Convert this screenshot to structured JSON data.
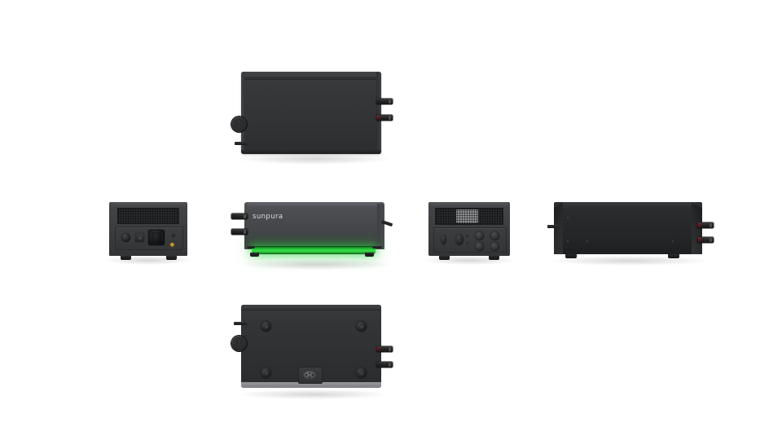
{
  "scene": {
    "background_color": "#ffffff",
    "product_brand": "sunpura",
    "product_finish_color": "#3b3c3e",
    "led_accent_color": "#37e24a",
    "terminal_accent_color": "#e0b14a",
    "connector_accent_color": "#6a2226",
    "view_count": 6
  },
  "views": [
    {
      "id": "top",
      "label": "top-view",
      "knob_label": "side-knob",
      "connectors": [
        "connector-upper",
        "connector-lower"
      ],
      "stub_label": "cable-stub"
    },
    {
      "id": "rear",
      "label": "rear-panel-view",
      "vent_label": "exhaust-vent-grille",
      "ports": [
        "round-port",
        "square-port",
        "ac-inlet-socket",
        "grounding-terminal",
        "indicator-screw"
      ],
      "feet": [
        "foot-left",
        "foot-right"
      ]
    },
    {
      "id": "front",
      "label": "front-view",
      "brand_text": "sunpura",
      "led_label": "status-led-bar",
      "led_state_color": "#37e24a",
      "connectors": [
        "connector-upper-left",
        "connector-lower-left"
      ],
      "stub_label": "rear-cable-stub"
    },
    {
      "id": "control",
      "label": "control-panel-view",
      "vent_label": "intake-vent-grille",
      "vent_lit_label": "illuminated-vent-section",
      "controls": [
        "small-round-port",
        "multi-pin-connector",
        "output-port-1",
        "output-port-2",
        "output-port-3",
        "output-port-4"
      ],
      "feet": [
        "foot-left",
        "foot-right"
      ]
    },
    {
      "id": "profile",
      "label": "right-profile-view",
      "connectors": [
        "connector-upper-right",
        "connector-lower-right"
      ],
      "stub_label": "left-cable-stub",
      "feet": [
        "foot-left",
        "foot-right"
      ]
    },
    {
      "id": "bottom",
      "label": "bottom-view",
      "feet": [
        "foot-front-left",
        "foot-front-right",
        "foot-rear-left",
        "foot-rear-right"
      ],
      "center_label": "base-grommet-plate",
      "knob_label": "side-knob",
      "connectors": [
        "connector-upper",
        "connector-lower"
      ],
      "stub_label": "cable-stub"
    }
  ]
}
